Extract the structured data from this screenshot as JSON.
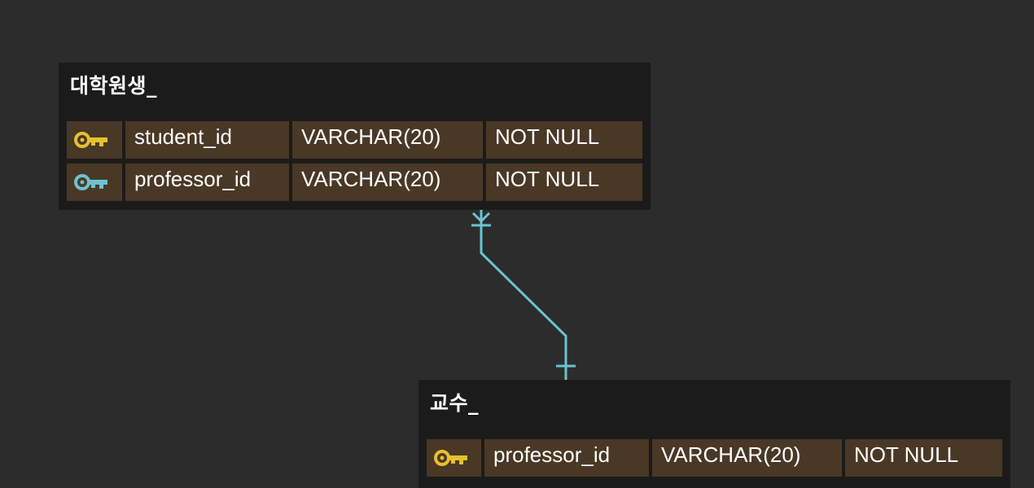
{
  "colors": {
    "background": "#2c2c2c",
    "entity_bg": "#1b1b1b",
    "cell_bg": "#4a3826",
    "primary_key": "#e5c12e",
    "foreign_key": "#6cc3d0",
    "relation_line": "#6cc3d0"
  },
  "entities": [
    {
      "title": "대학원생_",
      "columns": [
        {
          "key_icon": "primary-key-icon",
          "name": "student_id",
          "type": "VARCHAR(20)",
          "constraint": "NOT NULL"
        },
        {
          "key_icon": "foreign-key-icon",
          "name": "professor_id",
          "type": "VARCHAR(20)",
          "constraint": "NOT NULL"
        }
      ]
    },
    {
      "title": "교수_",
      "columns": [
        {
          "key_icon": "primary-key-icon",
          "name": "professor_id",
          "type": "VARCHAR(20)",
          "constraint": "NOT NULL"
        }
      ]
    }
  ],
  "relationship": {
    "from": "대학원생_",
    "to": "교수_",
    "from_end": "one-or-many",
    "to_end": "exactly-one"
  }
}
